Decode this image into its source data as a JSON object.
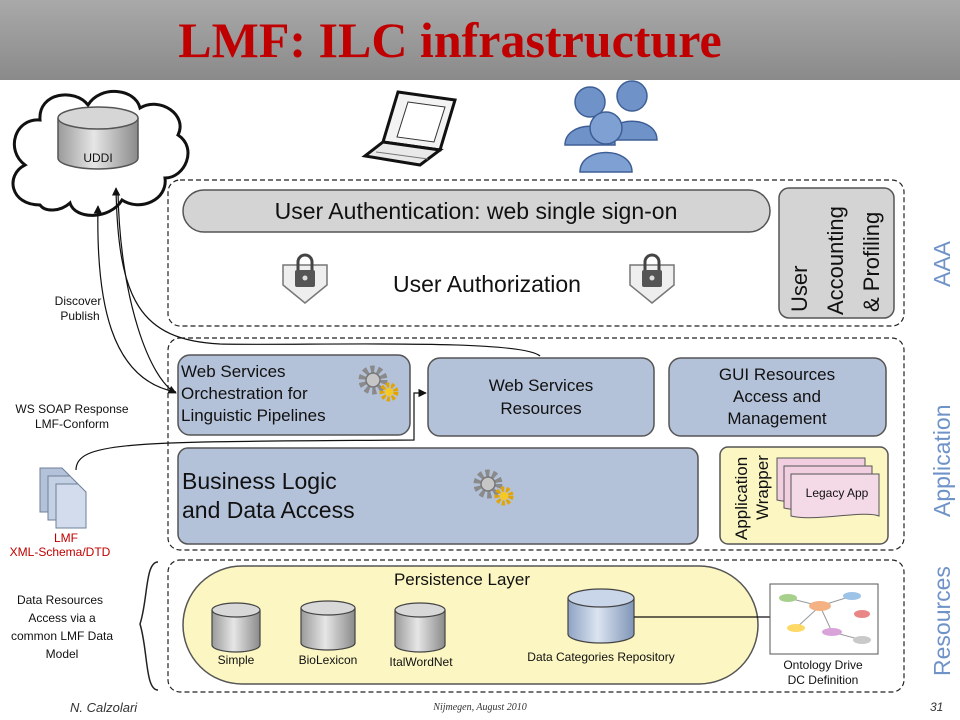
{
  "title": "LMF: ILC infrastructure",
  "registry": "UDDI",
  "aaa_layer": {
    "label": "AAA",
    "sso": "User Authentication: web single sign-on",
    "authorization": "User Authorization",
    "accounting": [
      "User",
      "Accounting",
      "& Profiling"
    ]
  },
  "application_layer": {
    "label": "Application",
    "orchestration": [
      "Web Services",
      "Orchestration for",
      "Linguistic Pipelines"
    ],
    "ws_resources": [
      "Web Services",
      "Resources"
    ],
    "gui": [
      "GUI Resources",
      "Access and",
      "Management"
    ],
    "business_logic": [
      "Business Logic",
      "and Data  Access"
    ],
    "wrapper": [
      "Application",
      "Wrapper"
    ],
    "legacy_app": "Legacy App"
  },
  "resources_layer": {
    "label": "Resources",
    "persistence": "Persistence Layer",
    "databases": [
      "Simple",
      "BioLexicon",
      "ItalWordNet"
    ],
    "dc_repository": "Data Categories Repository",
    "ontology": [
      "Ontology Drive",
      "DC Definition"
    ]
  },
  "side_labels": {
    "discover": [
      "Discover",
      "Publish"
    ],
    "ws_soap": [
      "WS SOAP Response",
      "LMF-Conform"
    ],
    "lmf_schema": [
      "LMF",
      "XML-Schema/DTD"
    ],
    "data_access": [
      "Data Resources",
      "Access via a",
      "common LMF Data",
      "Model"
    ]
  },
  "footer": {
    "author": "N. Calzolari",
    "event": "Nijmegen, August 2010",
    "page": "31"
  },
  "colors": {
    "title": "#c00000",
    "box_blue": "#b4c2d9",
    "box_gray": "#d4d4d4",
    "box_yellow": "#fbf6c2",
    "layer_label": "#6f93c8",
    "schema_label": "#c00000"
  }
}
